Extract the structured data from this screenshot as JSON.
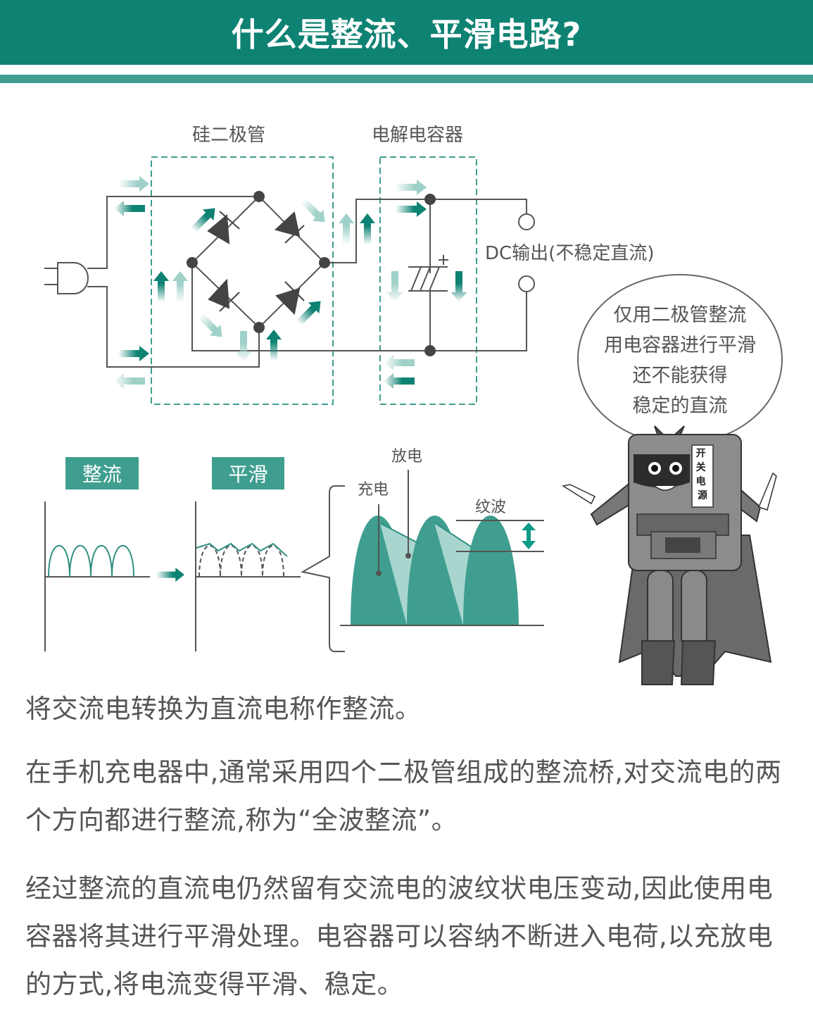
{
  "header": {
    "title": "什么是整流、平滑电路?"
  },
  "colors": {
    "brand_teal": "#0e8273",
    "stripe_teal": "#3f9e8f",
    "light_teal": "#a8d6cf",
    "wire": "#555555",
    "text": "#555555"
  },
  "circuit": {
    "diode_box_label": "硅二极管",
    "capacitor_box_label": "电解电容器",
    "capacitor_polarity": "+",
    "output_label": "DC输出(不稳定直流)",
    "icons": [
      "plug-icon",
      "diode-icon",
      "capacitor-icon",
      "output-terminal-icon",
      "current-arrow-icon"
    ]
  },
  "waveforms": {
    "rectify_tag": "整流",
    "smooth_tag": "平滑",
    "charge_label": "充电",
    "discharge_label": "放电",
    "ripple_label": "纹波"
  },
  "mascot": {
    "badge_text": "开关电源",
    "speech": [
      "仅用二极管整流",
      "用电容器进行平滑",
      "还不能获得",
      "稳定的直流"
    ]
  },
  "paragraphs": [
    "将交流电转换为直流电称作整流。",
    "在手机充电器中,通常采用四个二极管组成的整流桥,对交流电的两个方向都进行整流,称为“全波整流”。",
    "经过整流的直流电仍然留有交流电的波纹状电压变动,因此使用电容器将其进行平滑处理。电容器可以容纳不断进入电荷,以充放电的方式,将电流变得平滑、稳定。"
  ]
}
